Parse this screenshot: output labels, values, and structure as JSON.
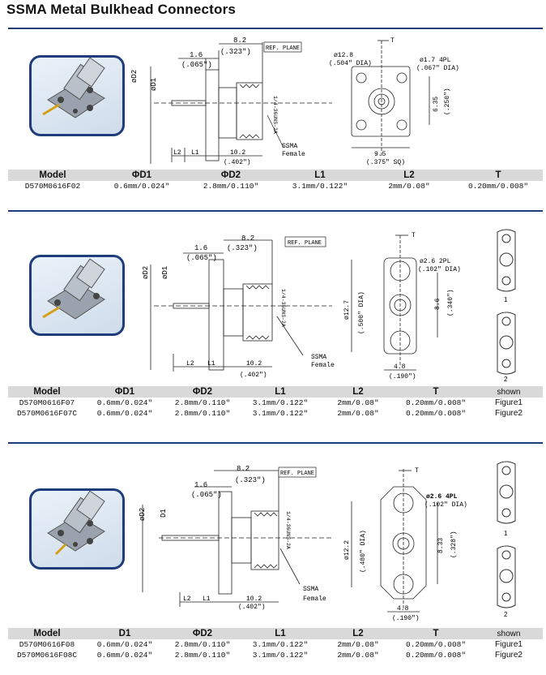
{
  "title": "SSMA Metal  Bulkhead  Connectors",
  "drawing_labels": {
    "d1": "øD1",
    "d2": "øD2",
    "d1_alt": "D1",
    "ref_plane": "REF. PLANE",
    "dim_82": "8.2",
    "dim_82_in": "(.323\")",
    "dim_16": "1.6",
    "dim_16_in": "(.065\")",
    "dim_102": "10.2",
    "dim_102_in": "(.402\")",
    "l1": "L1",
    "l2": "L2",
    "thread": "1/4-36UNS-2A",
    "ssma": "SSMA",
    "female": "Female",
    "t": "T"
  },
  "sections": [
    {
      "front": {
        "hole_dia": "ø12.8",
        "hole_dia_in": "(.504\" DIA)",
        "pin_dia": "ø1.7 4PL",
        "pin_dia_in": "(.067\" DIA)",
        "height": "6.35",
        "height_in": "(.250\")",
        "width": "9.5",
        "width_in": "(.375\" SQ)"
      },
      "table": {
        "headers": [
          "Model",
          "ΦD1",
          "ΦD2",
          "L1",
          "L2",
          "T"
        ],
        "rows": [
          [
            "D570M0616F02",
            "0.6mm/0.024\"",
            "2.8mm/0.110\"",
            "3.1mm/0.122\"",
            "2mm/0.08\"",
            "0.20mm/0.008\""
          ]
        ]
      }
    },
    {
      "front": {
        "pin_dia": "ø2.6 2PL",
        "pin_dia_in": "(.102\" DIA)",
        "height": "8.6",
        "height_in": "(.340\")",
        "width": "4.8",
        "width_in": "(.190\")",
        "body_dia": "ø12.7",
        "body_dia_in": "(.500\" DIA)"
      },
      "figure_labels": [
        "1",
        "2"
      ],
      "table": {
        "headers": [
          "Model",
          "ΦD1",
          "ΦD2",
          "L1",
          "L2",
          "T",
          "shown"
        ],
        "rows": [
          [
            "D570M0616F07",
            "0.6mm/0.024\"",
            "2.8mm/0.110\"",
            "3.1mm/0.122\"",
            "2mm/0.08\"",
            "0.20mm/0.008\"",
            "Figure1"
          ],
          [
            "D570M0616F07C",
            "0.6mm/0.024\"",
            "2.8mm/0.110\"",
            "3.1mm/0.122\"",
            "2mm/0.08\"",
            "0.20mm/0.008\"",
            "Figure2"
          ]
        ]
      }
    },
    {
      "front": {
        "pin_dia": "ø2.6 4PL",
        "pin_dia_in": "(.102\" DIA)",
        "height": "8.33",
        "height_in": "(.328\")",
        "width": "4.8",
        "width_in": "(.190\")",
        "body_dia": "ø12.2",
        "body_dia_in": "(.480\" DIA)"
      },
      "figure_labels": [
        "1",
        "2"
      ],
      "table": {
        "headers": [
          "Model",
          "D1",
          "ΦD2",
          "L1",
          "L2",
          "T",
          "shown"
        ],
        "rows": [
          [
            "D570M0616F08",
            "0.6mm/0.024\"",
            "2.8mm/0.110\"",
            "3.1mm/0.122\"",
            "2mm/0.08\"",
            "0.20mm/0.008\"",
            "Figure1"
          ],
          [
            "D570M0616F08C",
            "0.6mm/0.024\"",
            "2.8mm/0.110\"",
            "3.1mm/0.122\"",
            "2mm/0.08\"",
            "0.20mm/0.008\"",
            "Figure2"
          ]
        ]
      }
    }
  ],
  "colors": {
    "accent": "#1f3d7a",
    "table_header": "#d9d9d9"
  }
}
